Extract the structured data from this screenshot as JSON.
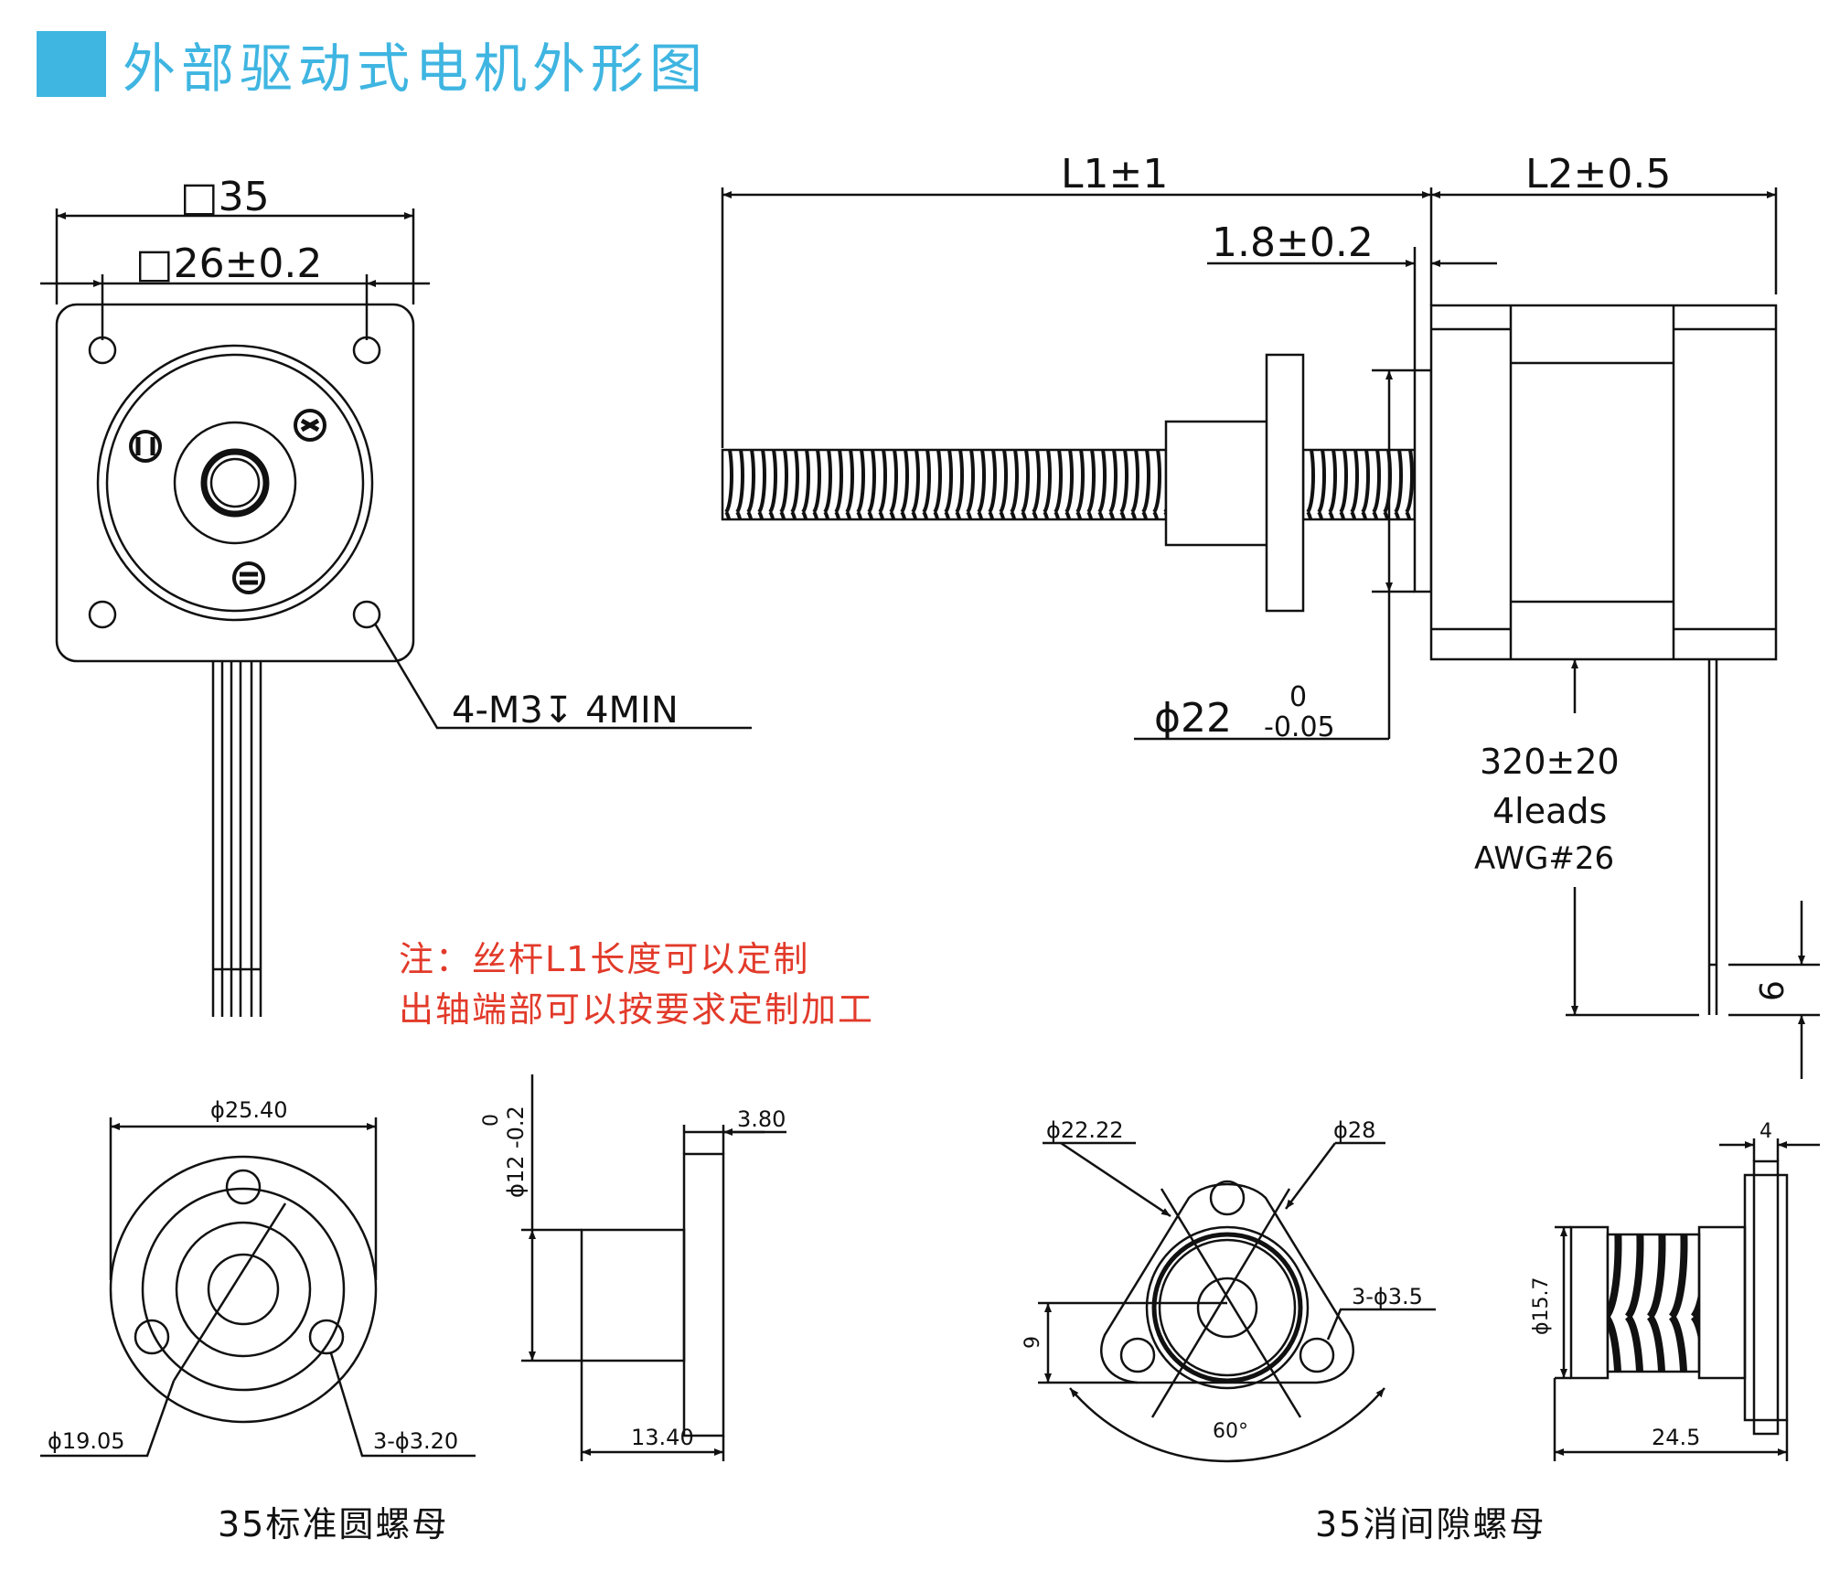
{
  "title": "外部驱动式电机外形图",
  "colors": {
    "accent": "#3fb5e1",
    "note": "#e23a2a",
    "line": "#111111"
  },
  "front_view": {
    "dim_outer": "□35",
    "dim_inner": "□26±0.2",
    "hole_callout": "4-M3↧ 4MIN"
  },
  "side_view": {
    "dim_l1": "L1±1",
    "dim_l2": "L2±0.5",
    "dim_boss": "1.8±0.2",
    "dim_boss_dia": "ϕ22",
    "dim_boss_tol_upper": "0",
    "dim_boss_tol_lower": "-0.05",
    "lead_length": "320±20",
    "lead_count": "4leads",
    "lead_gauge": "AWG#26",
    "lead_strip": "6"
  },
  "note": {
    "line1": "注：丝杆L1长度可以定制",
    "line2": "出轴端部可以按要求定制加工"
  },
  "standard_nut": {
    "caption": "35标准圆螺母",
    "dim_outer": "ϕ25.40",
    "dim_pcd": "ϕ19.05",
    "dim_holes": "3-ϕ3.20",
    "dim_body_dia": "ϕ12 -0.2",
    "dim_body_tol": "0",
    "dim_flange": "3.80",
    "dim_length": "13.40"
  },
  "anti_backlash_nut": {
    "caption": "35消间隙螺母",
    "dim_pcd": "ϕ22.22",
    "dim_outer": "ϕ28",
    "dim_holes": "3-ϕ3.5",
    "dim_offset": "9",
    "dim_angle": "60°",
    "dim_flange": "4",
    "dim_body_dia": "ϕ15.7",
    "dim_length": "24.5"
  }
}
